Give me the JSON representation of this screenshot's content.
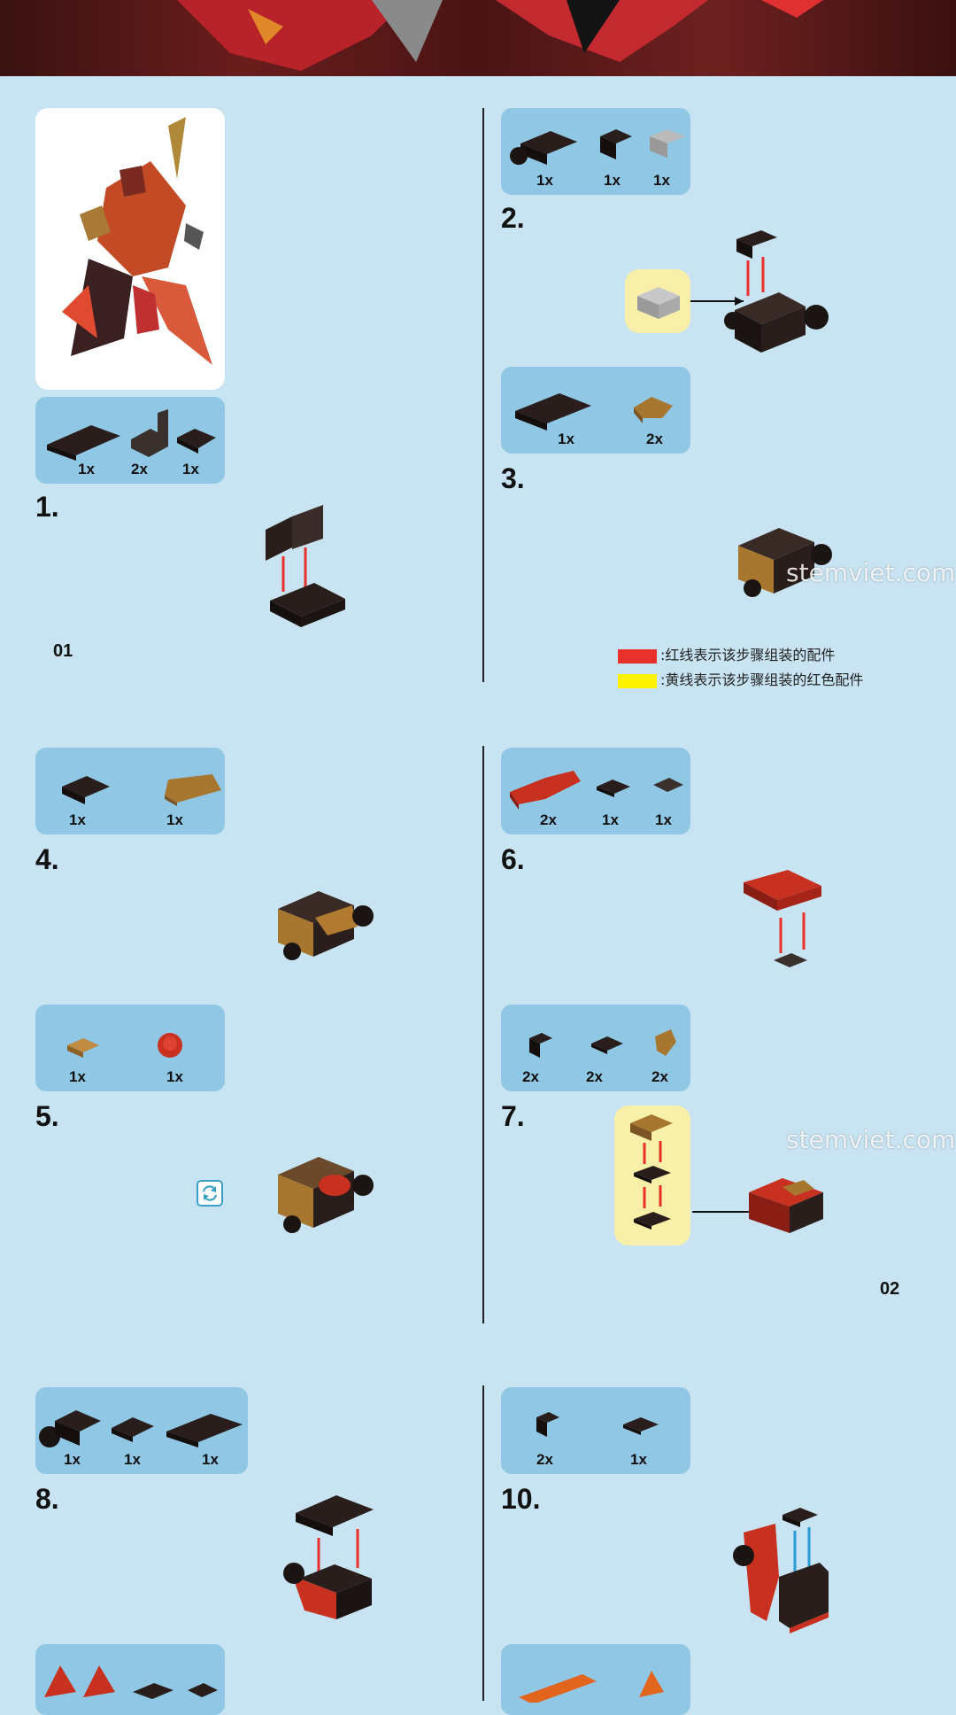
{
  "banner": {
    "description_hidden": ""
  },
  "steps": [
    {
      "num": "1.",
      "counts": [
        "1x",
        "2x",
        "1x"
      ]
    },
    {
      "num": "2.",
      "counts": [
        "1x",
        "1x",
        "1x"
      ]
    },
    {
      "num": "3.",
      "counts": [
        "1x",
        "2x"
      ]
    },
    {
      "num": "4.",
      "counts": [
        "1x",
        "1x"
      ]
    },
    {
      "num": "5.",
      "counts": [
        "1x",
        "1x"
      ]
    },
    {
      "num": "6.",
      "counts": [
        "2x",
        "1x",
        "1x"
      ]
    },
    {
      "num": "7.",
      "counts": [
        "2x",
        "2x",
        "2x"
      ]
    },
    {
      "num": "8.",
      "counts": [
        "1x",
        "1x",
        "1x"
      ]
    },
    {
      "num": "10.",
      "counts": [
        "2x",
        "1x"
      ]
    }
  ],
  "page_numbers": {
    "first": "01",
    "second": "02"
  },
  "legend": {
    "red_text": ":红线表示该步骤组装的配件",
    "yellow_text": ":黄线表示该步骤组装的红色配件",
    "red_color": "#e8312a",
    "yellow_color": "#fff200"
  },
  "watermarks": [
    "stemviet.com",
    "stemviet.com"
  ],
  "colors": {
    "background": "#c8e4f2",
    "parts_box": "#8fc7e4",
    "brick_black": "#2a1e1c",
    "brick_red": "#c8301f",
    "brick_tan": "#a8772f"
  },
  "icons": {
    "rotate": "rotate-icon"
  }
}
